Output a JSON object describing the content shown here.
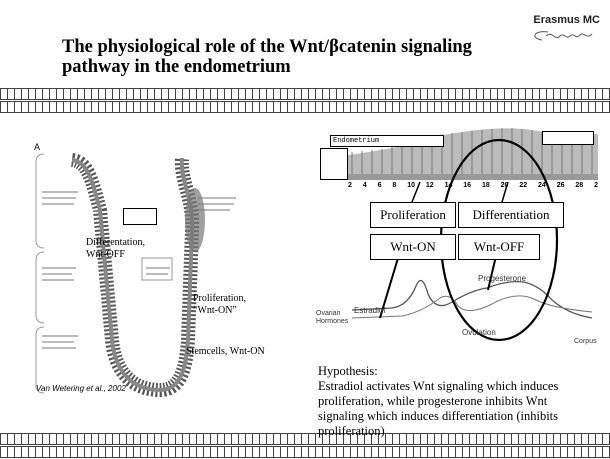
{
  "slide": {
    "title": "The physiological role of the Wnt/βcatenin signaling pathway in the endometrium",
    "logo_text": "Erasmus MC",
    "logo_signature": "Erasmus"
  },
  "left_figure": {
    "panel_letter": "A",
    "label_diff": "Differentation, Wnt-OFF",
    "label_prolif": "Proliferation, “Wnt-ON”",
    "label_stem": "Stemcells, Wnt-ON",
    "citation": "Van Wetering et al., 2002"
  },
  "right_figure": {
    "endometrium_label": "Endometrium",
    "cycle_days": [
      "2",
      "4",
      "6",
      "8",
      "10",
      "12",
      "14",
      "16",
      "18",
      "20",
      "22",
      "24",
      "26",
      "28",
      "2"
    ],
    "phase_left": "Proliferation",
    "phase_right": "Differentiation",
    "state_left": "Wnt-ON",
    "state_right": "Wnt-OFF",
    "ovarian_label": "Ovarian Hormones",
    "estradiol_label": "Estradiol",
    "progesterone_label": "Progesterone",
    "ovulation_label": "Ovulation",
    "corpus_label": "Corpus"
  },
  "hypothesis": {
    "heading": "Hypothesis:",
    "body": "Estradiol activates Wnt signaling which induces proliferation, while progesterone inhibits Wnt signaling which induces differentiation (inhibits proliferation)"
  }
}
